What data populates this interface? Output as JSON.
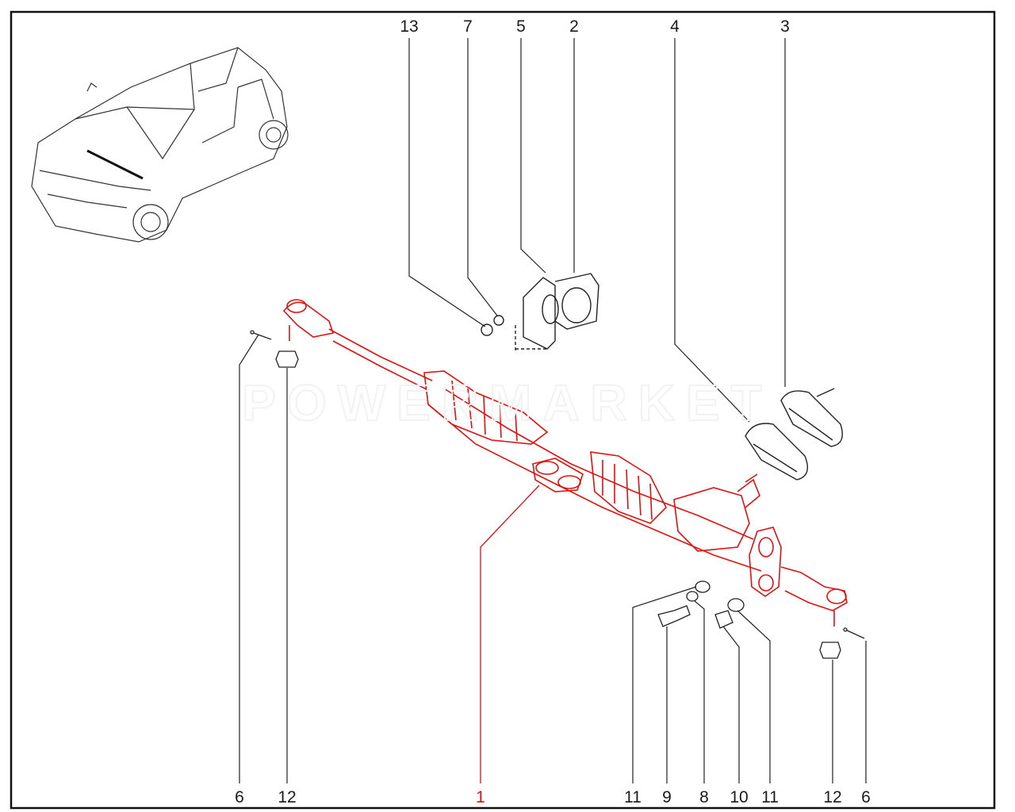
{
  "diagram": {
    "callouts_top": [
      "13",
      "7",
      "5",
      "2",
      "4",
      "3"
    ],
    "callouts_bottom": [
      "6",
      "12",
      "1",
      "11",
      "9",
      "8",
      "10",
      "11",
      "12",
      "6"
    ],
    "highlight_color": "#e01010",
    "line_color": "#1a1a1a",
    "watermark_text": "POWERMARKET"
  }
}
